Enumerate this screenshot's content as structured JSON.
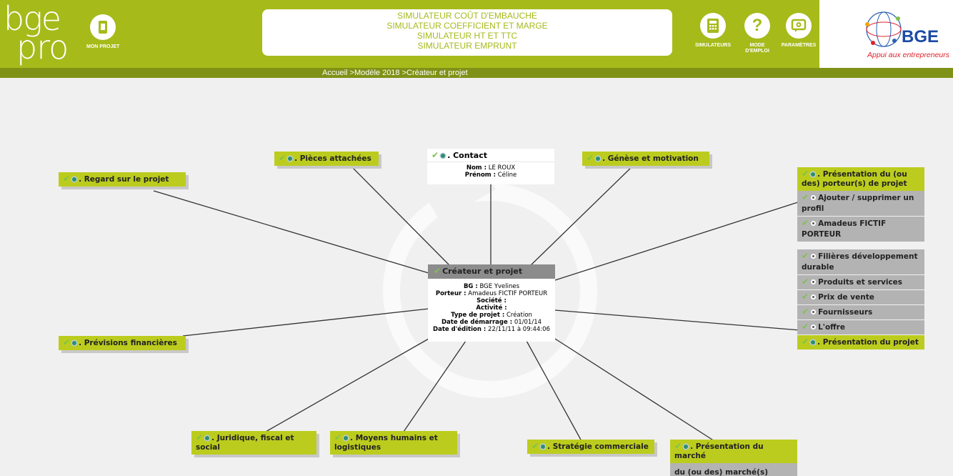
{
  "header": {
    "logo_line1": "bge",
    "logo_line2": "pro",
    "my_project_label": "MON PROJET",
    "simulators": [
      "SIMULATEUR COÛT D'EMBAUCHE",
      "SIMULATEUR COEFFICIENT ET MARGE",
      "SIMULATEUR HT ET TTC",
      "SIMULATEUR EMPRUNT"
    ],
    "btn_simulators": "SIMULATEURS",
    "btn_help_line1": "MODE",
    "btn_help_line2": "D'EMPLOI",
    "btn_settings": "PARAMÈTRES",
    "brand": "BGE",
    "brand_tagline": "Appui aux entrepreneurs"
  },
  "breadcrumb": "Accueil >Modèle 2018 >Créateur et projet",
  "center": {
    "title": "Créateur et projet",
    "rows": [
      {
        "label": "BG :",
        "value": "BGE Yvelines"
      },
      {
        "label": "Porteur :",
        "value": "Amadeus FICTIF PORTEUR"
      },
      {
        "label": "Société :",
        "value": ""
      },
      {
        "label": "Activité :",
        "value": ""
      },
      {
        "label": "Type de projet :",
        "value": "Création"
      },
      {
        "label": "Date de démarrage :",
        "value": "01/01/14"
      },
      {
        "label": "Date d'édition :",
        "value": "22/11/11 à 09:44:06"
      }
    ]
  },
  "contact": {
    "title": ". Contact",
    "nom_label": "Nom :",
    "nom": "LE ROUX",
    "prenom_label": "Prénom :",
    "prenom": "Céline"
  },
  "nodes": {
    "pieces": ". Pièces attachées",
    "genese": ". Génèse et motivation",
    "regard": ". Regard sur le projet",
    "porteurs": ". Présentation du (ou des) porteur(s) de projet",
    "previsions": ". Prévisions financières",
    "juridique": ". Juridique, fiscal et social",
    "moyens": ". Moyens humains et logistiques",
    "strategie": ". Stratégie commerciale",
    "marche": ". Présentation du marché",
    "marche_sub": "du (ou des) marché(s) visé(s)",
    "projet": ". Présentation du projet"
  },
  "porteurs_items": [
    "Ajouter / supprimer un profil",
    "Amadeus FICTIF PORTEUR"
  ],
  "projet_items": [
    "Filières développement durable",
    "Produits et services",
    "Prix de vente",
    "Fournisseurs",
    "L'offre"
  ]
}
